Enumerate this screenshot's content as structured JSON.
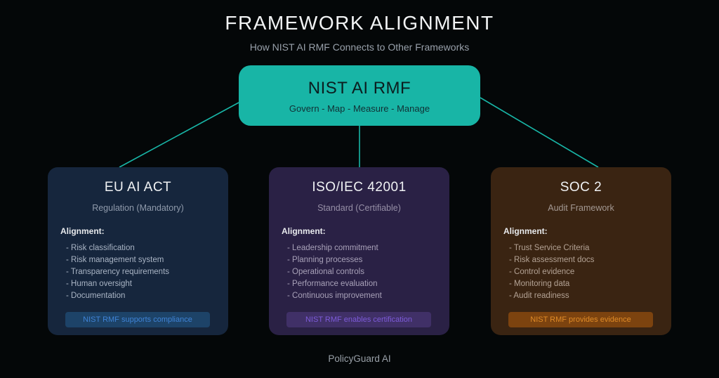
{
  "header": {
    "title": "FRAMEWORK ALIGNMENT",
    "subtitle": "How NIST AI RMF Connects to Other Frameworks"
  },
  "central_node": {
    "title": "NIST AI RMF",
    "subtitle": "Govern - Map - Measure - Manage",
    "color": "#18b5a6",
    "text_color": "#0b1d1f"
  },
  "connector_color": "#18b5a6",
  "frameworks": [
    {
      "id": "eu-ai-act",
      "title": "EU AI ACT",
      "subtitle": "Regulation (Mandatory)",
      "alignment_label": "Alignment:",
      "items": [
        "Risk classification",
        "Risk management system",
        "Transparency requirements",
        "Human oversight",
        "Documentation"
      ],
      "badge": "NIST RMF supports compliance",
      "card_color": "#16263d",
      "badge_bg": "#1d4368",
      "badge_text_color": "#3f83d6"
    },
    {
      "id": "iso-iec-42001",
      "title": "ISO/IEC 42001",
      "subtitle": "Standard (Certifiable)",
      "alignment_label": "Alignment:",
      "items": [
        "Leadership commitment",
        "Planning processes",
        "Operational controls",
        "Performance evaluation",
        "Continuous improvement"
      ],
      "badge": "NIST RMF enables certification",
      "card_color": "#2a2145",
      "badge_bg": "#403067",
      "badge_text_color": "#7d5bd9"
    },
    {
      "id": "soc-2",
      "title": "SOC 2",
      "subtitle": "Audit Framework",
      "alignment_label": "Alignment:",
      "items": [
        "Trust Service Criteria",
        "Risk assessment docs",
        "Control evidence",
        "Monitoring data",
        "Audit readiness"
      ],
      "badge": "NIST RMF provides evidence",
      "card_color": "#3a2412",
      "badge_bg": "#7c430f",
      "badge_text_color": "#df8b27"
    }
  ],
  "footer": {
    "label": "PolicyGuard AI"
  }
}
